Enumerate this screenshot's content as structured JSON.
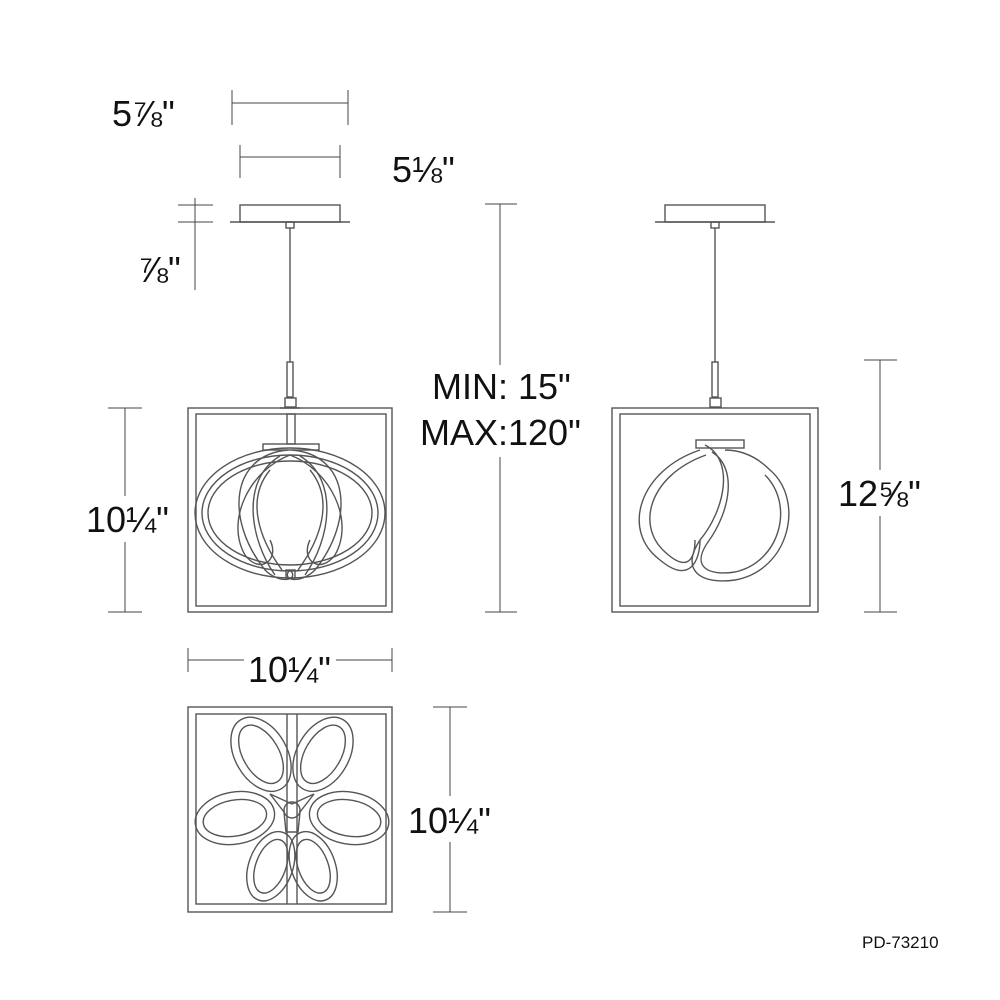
{
  "dimensions": {
    "canopy_width": "5⅞\"",
    "canopy_base_width": "5⅛\"",
    "canopy_height": "⅞\"",
    "cage_height_front": "10¼\"",
    "overall_min": "MIN: 15\"",
    "overall_max": "MAX:120\"",
    "side_height": "12⅝\"",
    "cage_width": "10¼\"",
    "cage_depth": "10¼\""
  },
  "model_number": "PD-73210"
}
